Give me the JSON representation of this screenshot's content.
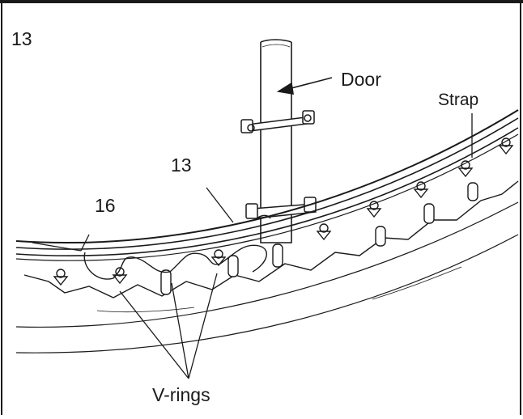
{
  "step_number": "13",
  "callouts": {
    "door": "Door",
    "strap": "Strap",
    "part_13": "13",
    "part_16": "16",
    "v_rings": "V-rings"
  },
  "colors": {
    "ink": "#1a1a1a",
    "background": "#ffffff"
  }
}
